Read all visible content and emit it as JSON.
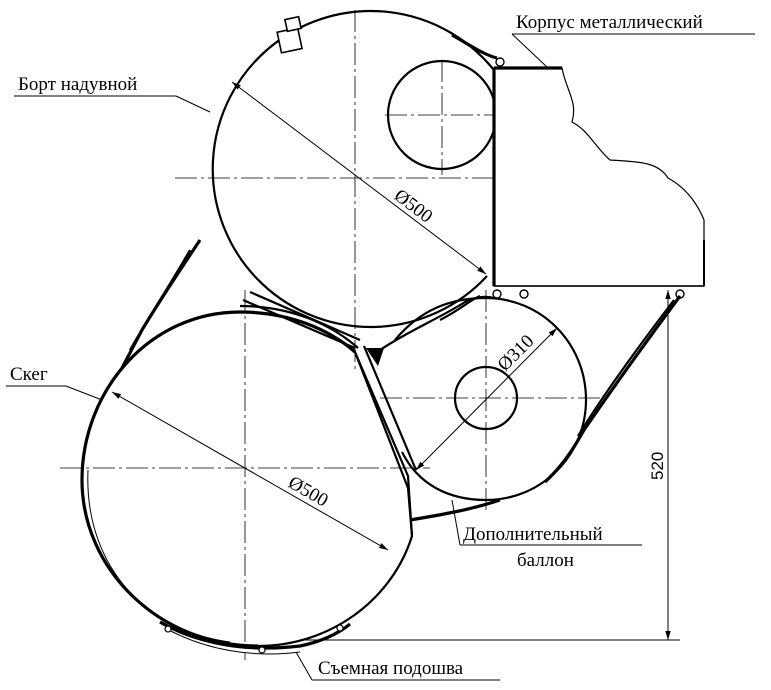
{
  "labels": {
    "hull": "Корпус металлический",
    "tube": "Борт надувной",
    "skeg": "Скег",
    "extra_line1": "Дополнительный",
    "extra_line2": "баллон",
    "sole": "Съемная подошва"
  },
  "dimensions": {
    "tube_diameter": "Ø500",
    "skeg_diameter": "Ø500",
    "extra_diameter": "Ø310",
    "height": "520"
  }
}
